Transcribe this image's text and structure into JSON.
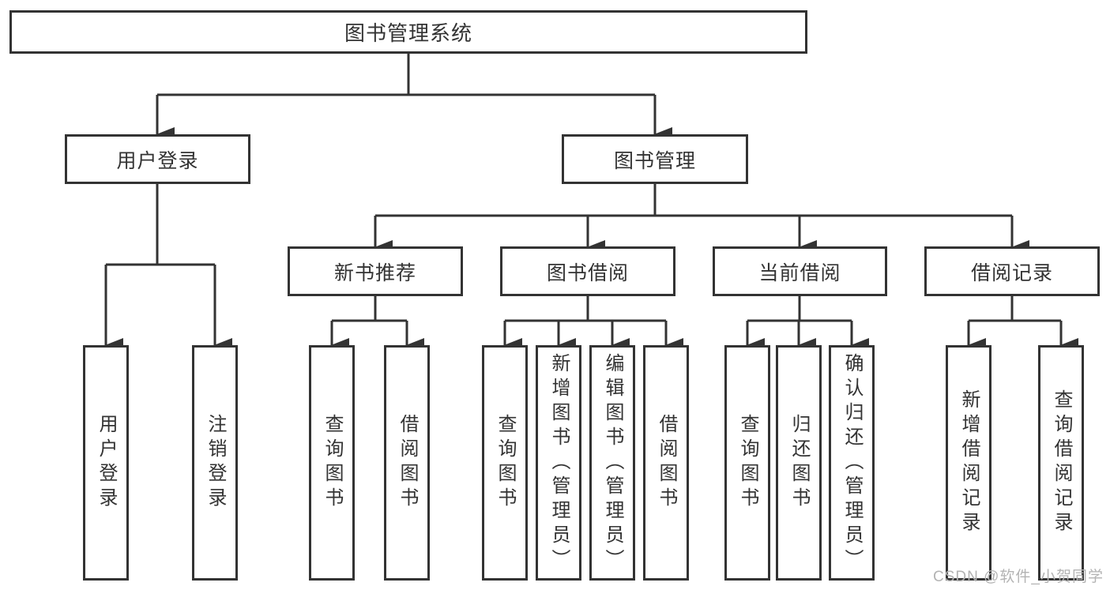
{
  "diagram": {
    "type": "tree",
    "colors": {
      "line": "#333333",
      "text": "#333333",
      "box_background": "#ffffff",
      "watermark": "#b3b3b3",
      "page_background": "#ffffff"
    },
    "root": {
      "label": "图书管理系统"
    },
    "user_login": {
      "label": "用户登录",
      "children": {
        "login": {
          "label": "用户登录"
        },
        "logout": {
          "label": "注销登录"
        }
      }
    },
    "book_mgmt": {
      "label": "图书管理",
      "children": {
        "new_book_rec": {
          "label": "新书推荐",
          "children": {
            "query_book": {
              "label": "查询图书"
            },
            "borrow_book": {
              "label": "借阅图书"
            }
          }
        },
        "book_borrow": {
          "label": "图书借阅",
          "children": {
            "query_book": {
              "label": "查询图书"
            },
            "add_book": {
              "label": "新增图书（管理员）"
            },
            "edit_book": {
              "label": "编辑图书（管理员）"
            },
            "borrow_book": {
              "label": "借阅图书"
            }
          }
        },
        "current_borrow": {
          "label": "当前借阅",
          "children": {
            "query_book": {
              "label": "查询图书"
            },
            "return_book": {
              "label": "归还图书"
            },
            "confirm_return": {
              "label": "确认归还（管理员）"
            }
          }
        },
        "borrow_record": {
          "label": "借阅记录",
          "children": {
            "add_record": {
              "label": "新增借阅记录"
            },
            "query_record": {
              "label": "查询借阅记录"
            }
          }
        }
      }
    },
    "watermark": "CSDN @软件_小贺同学"
  }
}
